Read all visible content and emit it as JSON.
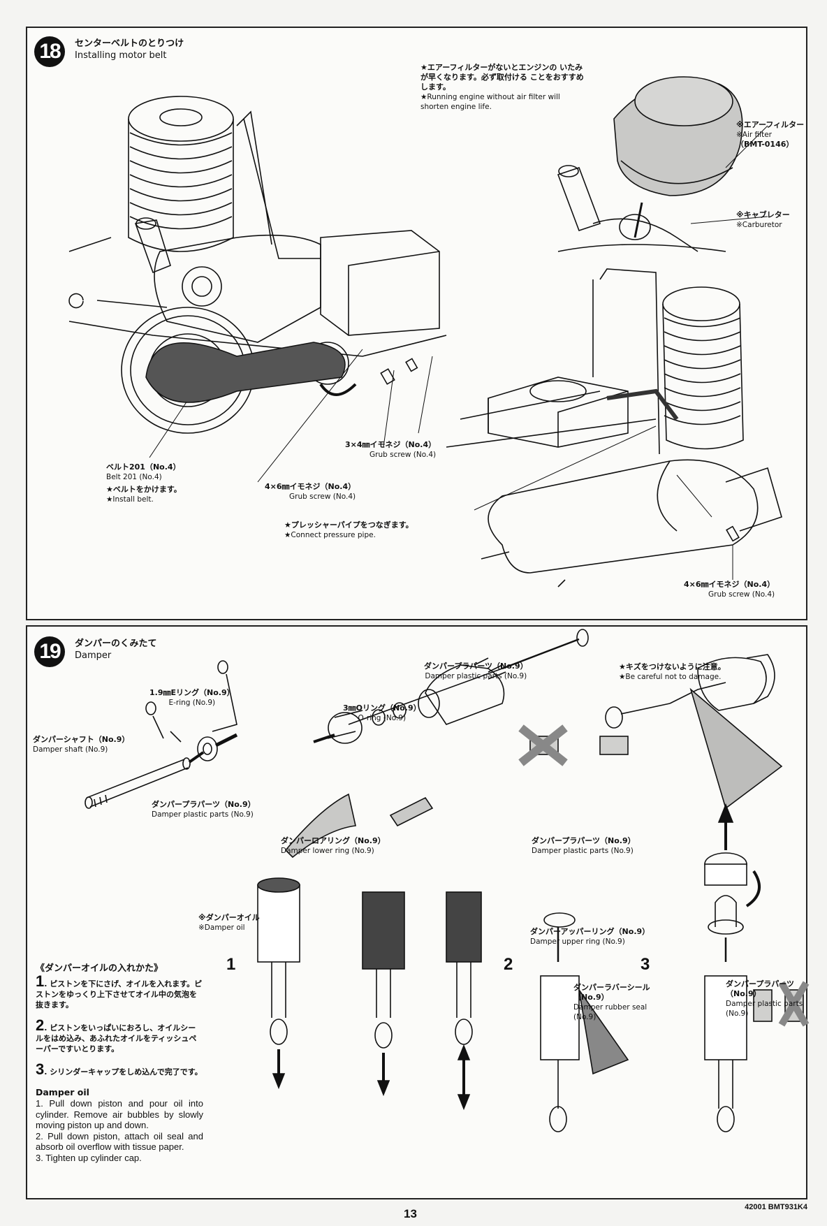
{
  "page": {
    "number": "13",
    "doc_code": "42001 BMT931K4"
  },
  "step18": {
    "number": "18",
    "title_jp": "センターベルトのとりつけ",
    "title_en": "Installing motor belt",
    "notes": {
      "air_filter_warning_jp": "★エアーフィルターがないとエンジンの いたみが早くなります。必ず取付ける ことをおすすめします。",
      "air_filter_warning_en": "★Running engine without air filter will shorten engine life.",
      "pressure_pipe_jp": "★プレッシャーパイプをつなぎます。",
      "pressure_pipe_en": "★Connect pressure pipe.",
      "install_belt_jp": "★ベルトをかけます。",
      "install_belt_en": "★Install belt."
    },
    "labels": {
      "air_filter_jp": "※エアーフィルター",
      "air_filter_en": "※Air filter",
      "air_filter_code": "（BMT-0146）",
      "carburetor_jp": "※キャブレター",
      "carburetor_en": "※Carburetor",
      "belt_jp": "ベルト201（No.4）",
      "belt_en": "Belt 201 (No.4)",
      "grub3x4_jp": "3×4㎜イモネジ（No.4）",
      "grub3x4_en": "Grub screw (No.4)",
      "grub4x6_jp": "4×6㎜イモネジ（No.4）",
      "grub4x6_en": "Grub screw (No.4)",
      "grub4x6b_jp": "4×6㎜イモネジ（No.4）",
      "grub4x6b_en": "Grub screw (No.4)"
    }
  },
  "step19": {
    "number": "19",
    "title_jp": "ダンパーのくみたて",
    "title_en": "Damper",
    "labels": {
      "ering_jp": "1.9㎜Eリング（No.9）",
      "ering_en": "E-ring (No.9)",
      "shaft_jp": "ダンパーシャフト（No.9）",
      "shaft_en": "Damper shaft (No.9)",
      "plastic1_jp": "ダンパープラパーツ（No.9）",
      "plastic1_en": "Damper plastic parts  (No.9)",
      "plastic2_jp": "ダンパープラパーツ（No.9）",
      "plastic2_en": "Damper plastic parts (No.9)",
      "oring_jp": "3㎜Oリング（No.9）",
      "oring_en": "O-ring (No.9)",
      "lower_ring_jp": "ダンパーロアリング（No.9）",
      "lower_ring_en": "Damper lower ring (No.9)",
      "plastic3_jp": "ダンパープラパーツ（No.9）",
      "plastic3_en": "Damper plastic parts (No.9)",
      "careful_jp": "★キズをつけないように注意。",
      "careful_en": "★Be careful not to damage.",
      "oil_jp": "※ダンパーオイル",
      "oil_en": "※Damper oil",
      "upper_ring_jp": "ダンパーアッパーリング（No.9）",
      "upper_ring_en": "Damper upper ring (No.9)",
      "rubber_seal_jp": "ダンパーラバーシール",
      "rubber_seal_no": "（No.9）",
      "rubber_seal_en": "Damper rubber seal",
      "rubber_seal_en_no": "(No.9)",
      "plastic4_jp": "ダンパープラパーツ",
      "plastic4_no": "（No.9）",
      "plastic4_en": "Damper plastic parts",
      "plastic4_en_no": "(No.9)"
    },
    "substeps": [
      "1",
      "2",
      "3"
    ],
    "oil_instructions": {
      "heading_jp": "《ダンパーオイルの入れかた》",
      "steps_jp": [
        {
          "n": "1",
          "text": "ピストンを下にさげ、オイルを入れます。ピストンをゆっくり上下させてオイル中の気泡を抜きます。"
        },
        {
          "n": "2",
          "text": "ピストンをいっぱいにおろし、オイルシールをはめ込み、あふれたオイルをティッシュペーパーですいとります。"
        },
        {
          "n": "3",
          "text": "シリンダーキャップをしめ込んで完了です。"
        }
      ],
      "heading_en": "Damper oil",
      "steps_en": [
        "1. Pull down piston and pour oil into cylinder. Remove air bubbles by slowly moving piston up and down.",
        "2. Pull down piston, attach oil seal and absorb oil overflow with tissue paper.",
        "3. Tighten up cylinder cap."
      ]
    }
  }
}
